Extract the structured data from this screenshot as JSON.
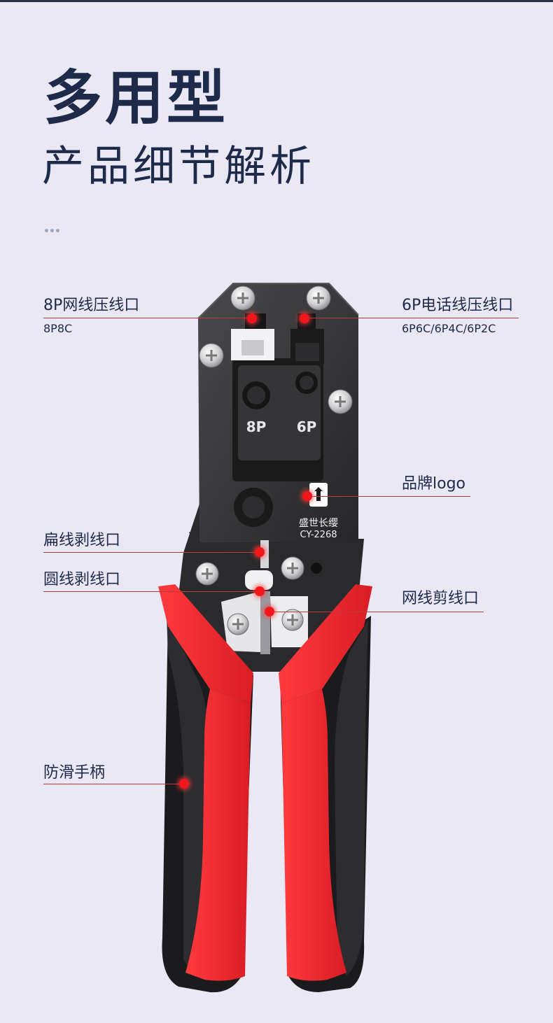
{
  "title": {
    "main": "多用型",
    "sub": "产品细节解析"
  },
  "tool": {
    "brand_logo_icon": "mascot-logo-icon",
    "brand_name": "盛世长缨",
    "model": "CY-2268",
    "port_8p": "8P",
    "port_6p": "6P"
  },
  "callouts": {
    "port_8p": {
      "label": "8P网线压线口",
      "sub": "8P8C"
    },
    "port_6p": {
      "label": "6P电话线压线口",
      "sub": "6P6C/6P4C/6P2C"
    },
    "logo": {
      "label": "品牌logo"
    },
    "flat_strip": {
      "label": "扁线剥线口"
    },
    "round_strip": {
      "label": "圆线剥线口"
    },
    "cable_cut": {
      "label": "网线剪线口"
    },
    "grip": {
      "label": "防滑手柄"
    }
  },
  "colors": {
    "background": "#ebe8f6",
    "text": "#1e2a4a",
    "handle_red": "#e8232b",
    "handle_black": "#1b1b1d",
    "marker": "#f0161a"
  }
}
